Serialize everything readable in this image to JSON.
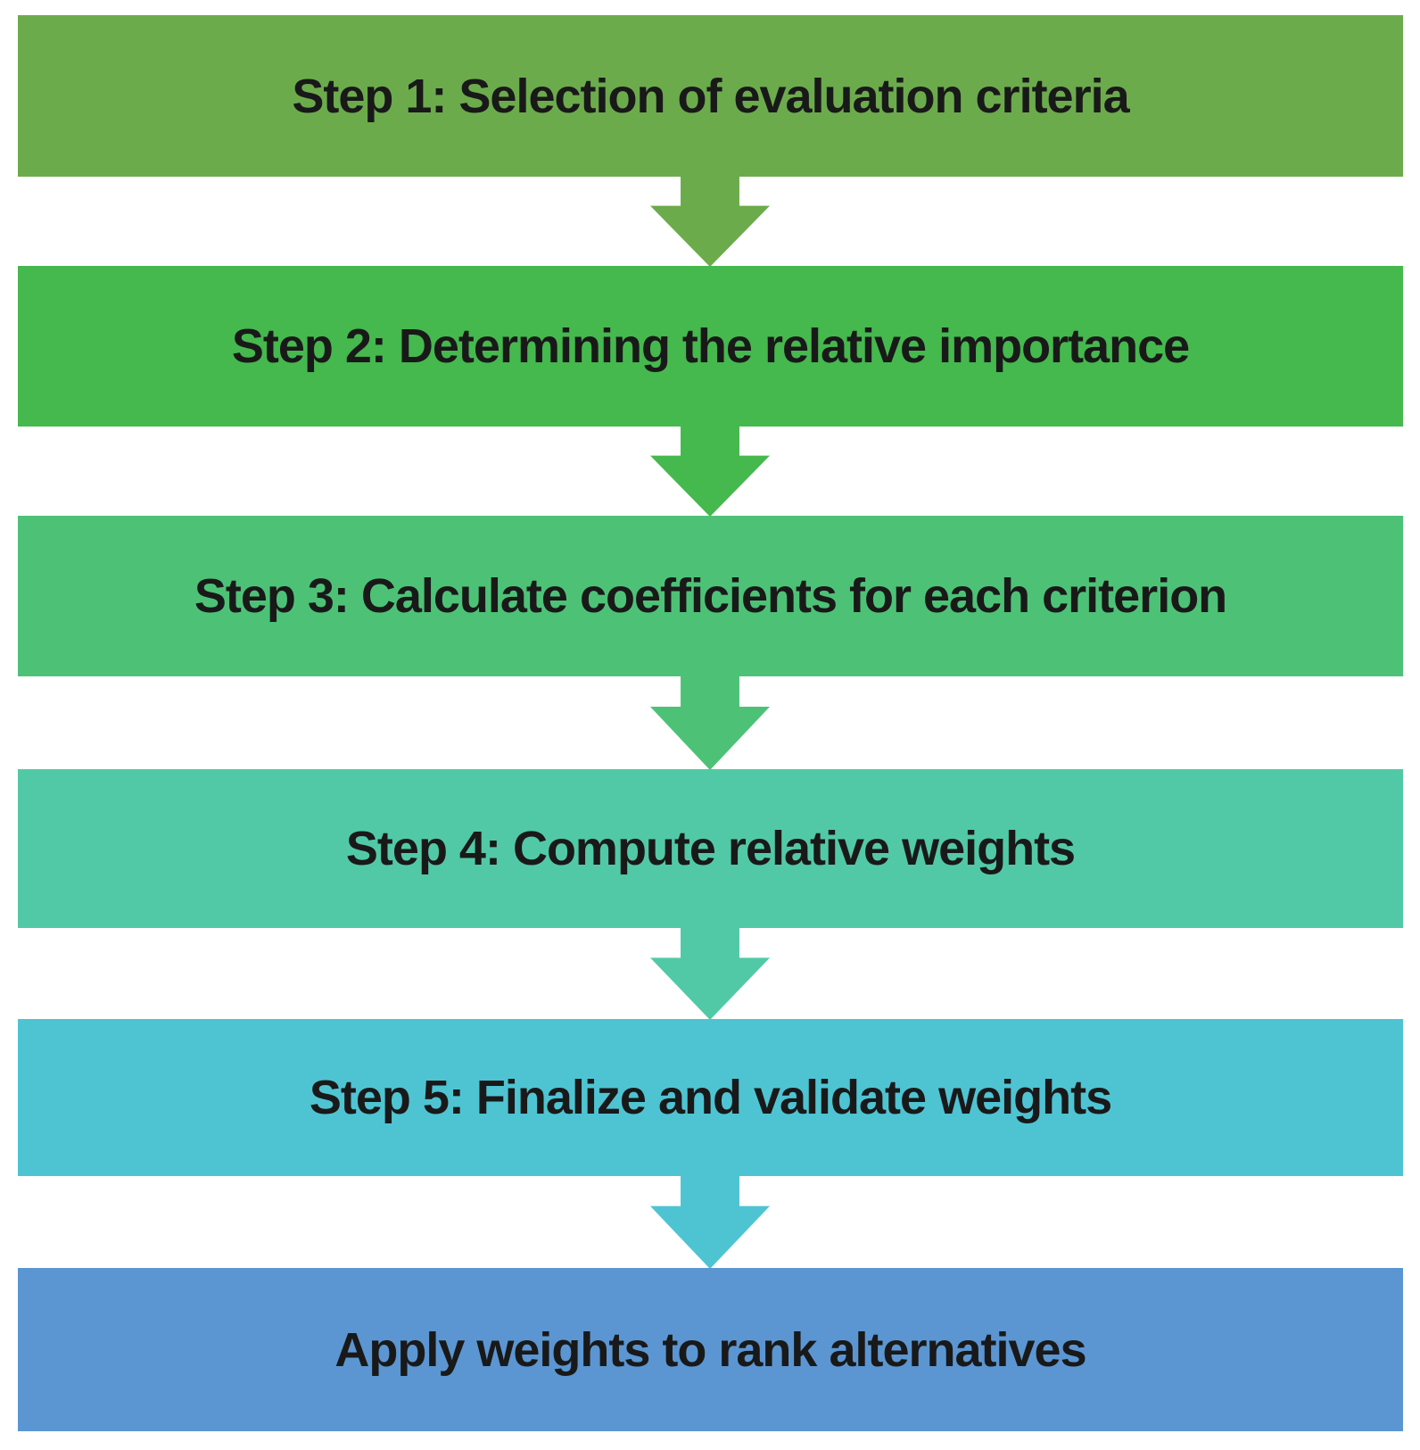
{
  "diagram": {
    "type": "flowchart",
    "direction": "top-down",
    "background": "#ffffff",
    "text_color": "#191919",
    "steps": [
      {
        "label": "Step 1: Selection of evaluation criteria",
        "fill": "#6cab4c"
      },
      {
        "label": "Step 2: Determining the relative importance",
        "fill": "#45b84e"
      },
      {
        "label": "Step 3: Calculate coefficients for each criterion",
        "fill": "#4dc277"
      },
      {
        "label": "Step 4: Compute relative weights",
        "fill": "#52c9a6"
      },
      {
        "label": "Step 5: Finalize and validate weights",
        "fill": "#4ec4d3"
      },
      {
        "label": "Apply weights to rank alternatives",
        "fill": "#5b96d2"
      }
    ],
    "arrows": [
      {
        "between": "step-1-step-2",
        "fill": "#6cab4c"
      },
      {
        "between": "step-2-step-3",
        "fill": "#45b84e"
      },
      {
        "between": "step-3-step-4",
        "fill": "#4dc277"
      },
      {
        "between": "step-4-step-5",
        "fill": "#52c9a6"
      },
      {
        "between": "step-5-final",
        "fill": "#4ec4d3"
      }
    ]
  }
}
